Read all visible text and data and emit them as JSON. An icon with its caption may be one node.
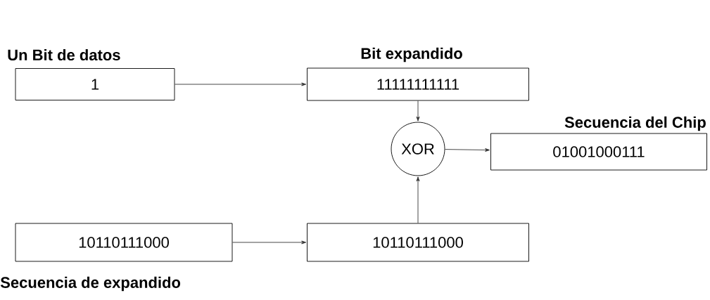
{
  "diagram": {
    "nodes": [
      {
        "text": [
          "Un Bit de datos",
          "1"
        ]
      },
      {
        "text": [
          "Bit expandido",
          "11111111111"
        ]
      },
      {
        "text": [
          "XOR"
        ]
      },
      {
        "text": [
          "Secuencia del Chip",
          "01001000111"
        ]
      },
      {
        "text": [
          "10110111000",
          "Secuencia de expandido"
        ]
      },
      {
        "text": [
          "10110111000"
        ]
      }
    ],
    "edges": [
      {
        "from": 0,
        "to": 1,
        "arrow": "to"
      },
      {
        "from": 1,
        "to": 2,
        "arrow": "to"
      },
      {
        "from": 2,
        "to": 3,
        "arrow": "to"
      },
      {
        "from": 4,
        "to": 5,
        "arrow": "to"
      },
      {
        "from": 5,
        "to": 2,
        "arrow": "to"
      }
    ]
  }
}
